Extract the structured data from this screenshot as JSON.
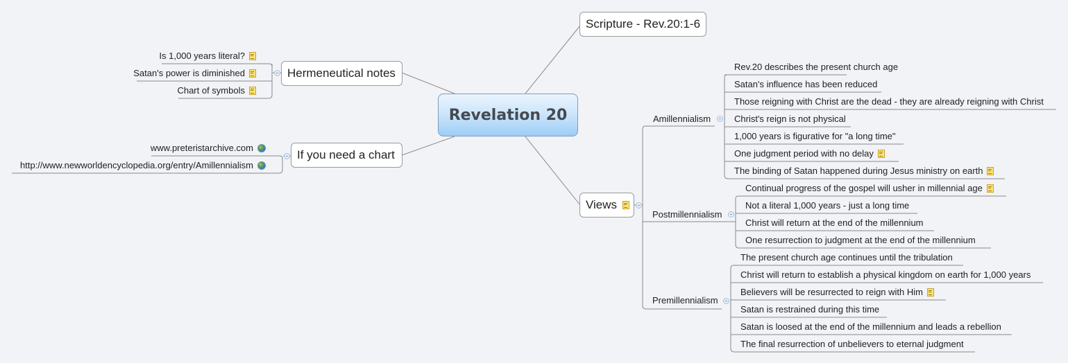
{
  "central_topic": "Revelation 20",
  "colors": {
    "background": "#f2f3f7",
    "central_gradient_top": "#eaf4fd",
    "central_gradient_bottom": "#9ccdf7",
    "connector": "#8a8a8a",
    "note_icon": "#fbe27a"
  },
  "main_topics": {
    "scripture": {
      "label": "Scripture - Rev.20:1-6"
    },
    "hermeneutical": {
      "label": "Hermeneutical notes",
      "children": [
        {
          "label": "Is 1,000 years literal?",
          "icon": "note-icon"
        },
        {
          "label": "Satan's power is diminished",
          "icon": "note-icon"
        },
        {
          "label": "Chart of symbols",
          "icon": "note-icon"
        }
      ]
    },
    "chart": {
      "label": "If you need a chart",
      "children": [
        {
          "label": "www.preteristarchive.com",
          "icon": "globe-icon"
        },
        {
          "label": "http://www.newworldencyclopedia.org/entry/Amillennialism",
          "icon": "globe-icon"
        }
      ]
    },
    "views": {
      "label": "Views",
      "icon": "note-icon",
      "branches": {
        "amillennialism": {
          "label": "Amillennialism",
          "children": [
            {
              "label": "Rev.20 describes the present church age"
            },
            {
              "label": "Satan's influence has been reduced"
            },
            {
              "label": "Those reigning with Christ are the dead - they are already reigning with Christ"
            },
            {
              "label": "Christ's reign is not physical"
            },
            {
              "label": "1,000 years is figurative for \"a long time\""
            },
            {
              "label": "One judgment period with no delay",
              "icon": "note-icon"
            },
            {
              "label": "The binding of Satan happened during Jesus ministry on earth",
              "icon": "note-icon"
            }
          ]
        },
        "postmillennialism": {
          "label": "Postmillennialism",
          "children": [
            {
              "label": "Continual progress of the gospel will usher in millennial age",
              "icon": "note-icon"
            },
            {
              "label": "Not a literal 1,000 years - just a long time"
            },
            {
              "label": "Christ will return at the end of the millennium"
            },
            {
              "label": "One resurrection to judgment at the end of the millennium"
            }
          ]
        },
        "premillennialism": {
          "label": "Premillennialism",
          "children": [
            {
              "label": "The present church age continues until the tribulation"
            },
            {
              "label": "Christ will return to establish a physical kingdom on earth for 1,000 years"
            },
            {
              "label": "Believers will be resurrected to reign with Him",
              "icon": "note-icon"
            },
            {
              "label": "Satan is restrained during this time"
            },
            {
              "label": "Satan is loosed at the end of the millennium and leads a rebellion"
            },
            {
              "label": "The final resurrection of unbelievers to eternal judgment"
            }
          ]
        }
      }
    }
  }
}
